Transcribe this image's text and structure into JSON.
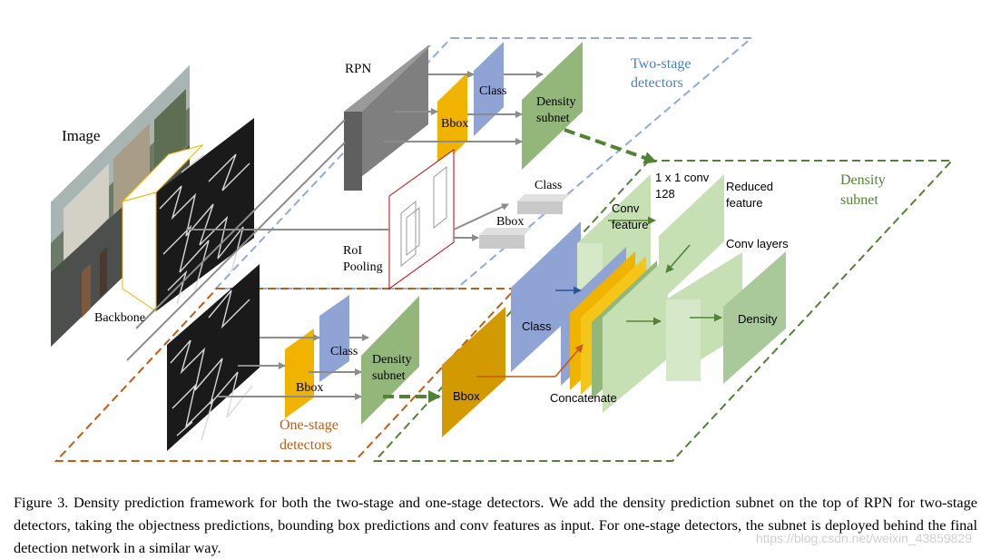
{
  "figure": {
    "labels": {
      "image": "Image",
      "backbone": "Backbone",
      "rpn": "RPN",
      "class_top": "Class",
      "bbox_top": "Bbox",
      "density_top_1": "Density",
      "density_top_2": "subnet",
      "two_stage_1": "Two-stage",
      "two_stage_2": "detectors",
      "roi_1": "RoI",
      "roi_2": "Pooling",
      "class_gray": "Class",
      "bbox_gray": "Bbox",
      "class_low": "Class",
      "bbox_low": "Bbox",
      "density_low_1": "Density",
      "density_low_2": "subnet",
      "one_stage_1": "One-stage",
      "one_stage_2": "detectors",
      "big_bbox": "Bbox",
      "big_class": "Class",
      "concatenate": "Concatenate",
      "conv_feature_1": "Conv",
      "conv_feature_2": "feature",
      "conv1x1_1": "1 x 1 conv",
      "conv1x1_2": "128",
      "reduced_1": "Reduced",
      "reduced_2": "feature",
      "conv_layers": "Conv layers",
      "density_out": "Density",
      "density_subnet_1": "Density",
      "density_subnet_2": "subnet"
    },
    "colors": {
      "blue_dash": "#8faadc",
      "orange_dash": "#c55a11",
      "green_dash": "#548235",
      "bbox_orange": "#f0b400",
      "class_blue": "#8fa3d4",
      "density_green": "#93b77a",
      "light_green": "#c6e0b4",
      "rpn_gray": "#7f7f7f",
      "label_blue": "#4a7fc1",
      "label_orange": "#c55a11",
      "label_green": "#548235"
    }
  },
  "caption": "Figure 3. Density prediction framework for both the two-stage and one-stage detectors. We add the density prediction subnet on the top of RPN for two-stage detectors, taking the objectness predictions, bounding box predictions and conv features as input. For one-stage detectors, the subnet is deployed behind the final detection network in a similar way.",
  "watermark": "https://blog.csdn.net/weixin_43859829"
}
